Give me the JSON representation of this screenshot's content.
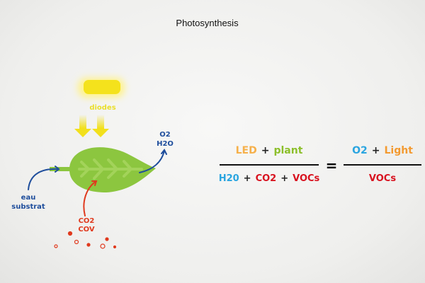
{
  "title": "Photosynthesis",
  "diagram": {
    "light_label": "diodes",
    "output_label": [
      "O2",
      "H2O"
    ],
    "input_water_label": [
      "eau",
      "substrat"
    ],
    "input_gas_label": [
      "CO2",
      "COV"
    ]
  },
  "equation": {
    "left_numerator": [
      {
        "text": "LED",
        "color": "#f6b04a"
      },
      {
        "text": "+",
        "color": "#222"
      },
      {
        "text": "plant",
        "color": "#8cbf2a"
      }
    ],
    "left_denominator": [
      {
        "text": "H20",
        "color": "#2aa5e0"
      },
      {
        "text": "+",
        "color": "#222"
      },
      {
        "text": "CO2",
        "color": "#d8121f"
      },
      {
        "text": "+",
        "color": "#222"
      },
      {
        "text": "VOCs",
        "color": "#d8121f"
      }
    ],
    "equals": "=",
    "right_numerator": [
      {
        "text": "O2",
        "color": "#2aa5e0"
      },
      {
        "text": "+",
        "color": "#222"
      },
      {
        "text": "Light",
        "color": "#f39a30"
      }
    ],
    "right_denominator": [
      {
        "text": "VOCs",
        "color": "#d8121f"
      }
    ]
  },
  "colors": {
    "yellow": "#f2e01c",
    "leaf": "#8cc63f",
    "blue": "#1f4e9c",
    "red": "#e03a1e"
  }
}
